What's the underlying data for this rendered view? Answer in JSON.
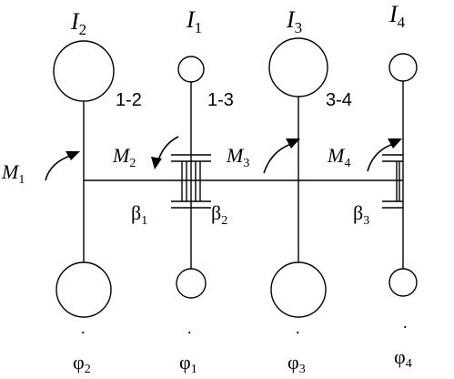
{
  "inertias": [
    {
      "symbol": "I",
      "sub": "2"
    },
    {
      "symbol": "I",
      "sub": "1"
    },
    {
      "symbol": "I",
      "sub": "3"
    },
    {
      "symbol": "I",
      "sub": "4"
    }
  ],
  "couplings": [
    "1-2",
    "1-3",
    "3-4"
  ],
  "moments": [
    {
      "symbol": "M",
      "sub": "1"
    },
    {
      "symbol": "M",
      "sub": "2"
    },
    {
      "symbol": "M",
      "sub": "3"
    },
    {
      "symbol": "M",
      "sub": "4"
    }
  ],
  "betas": [
    {
      "symbol": "β",
      "sub": "1"
    },
    {
      "symbol": "β",
      "sub": "2"
    },
    {
      "symbol": "β",
      "sub": "3"
    }
  ],
  "phis": [
    {
      "dot": ".",
      "symbol": "φ",
      "sub": "2"
    },
    {
      "dot": ".",
      "symbol": "φ",
      "sub": "1"
    },
    {
      "dot": ".",
      "symbol": "φ",
      "sub": "3"
    },
    {
      "dot": ".",
      "symbol": "φ",
      "sub": "4"
    }
  ]
}
